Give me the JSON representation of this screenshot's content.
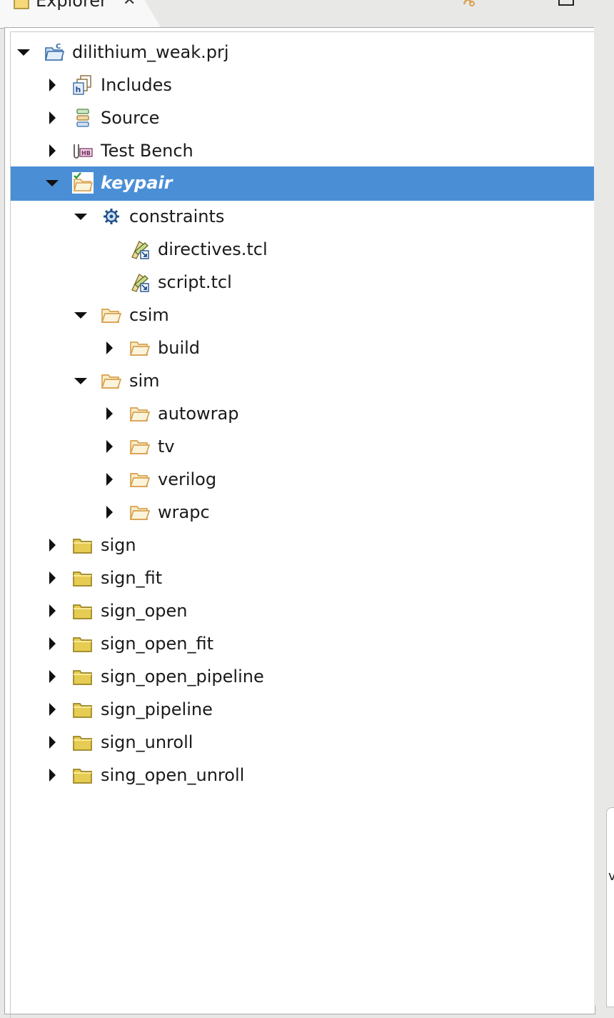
{
  "view": {
    "tab_title": "Explorer",
    "tab_close": "✕",
    "right_edge_text": "v"
  },
  "colors": {
    "selection": "#4a8fd6",
    "folder_fill": "#f5ebb8",
    "folder_stroke": "#d8a04e",
    "closed_folder_fill": "#e6cc52",
    "closed_folder_stroke": "#9b8424"
  },
  "tree": [
    {
      "label": "dilithium_weak.prj",
      "depth": 0,
      "toggle": "expanded",
      "icon": "project-folder-icon"
    },
    {
      "label": "Includes",
      "depth": 1,
      "toggle": "collapsed",
      "icon": "includes-icon"
    },
    {
      "label": "Source",
      "depth": 1,
      "toggle": "collapsed",
      "icon": "source-icon"
    },
    {
      "label": "Test Bench",
      "depth": 1,
      "toggle": "collapsed",
      "icon": "test-bench-icon"
    },
    {
      "label": "keypair",
      "depth": 1,
      "toggle": "expanded",
      "icon": "solution-folder-icon",
      "selected": true
    },
    {
      "label": "constraints",
      "depth": 2,
      "toggle": "expanded",
      "icon": "gear-icon"
    },
    {
      "label": "directives.tcl",
      "depth": 3,
      "toggle": "none",
      "icon": "tcl-file-icon"
    },
    {
      "label": "script.tcl",
      "depth": 3,
      "toggle": "none",
      "icon": "tcl-file-icon"
    },
    {
      "label": "csim",
      "depth": 2,
      "toggle": "expanded",
      "icon": "open-folder-icon"
    },
    {
      "label": "build",
      "depth": 3,
      "toggle": "collapsed",
      "icon": "open-folder-icon"
    },
    {
      "label": "sim",
      "depth": 2,
      "toggle": "expanded",
      "icon": "open-folder-icon"
    },
    {
      "label": "autowrap",
      "depth": 3,
      "toggle": "collapsed",
      "icon": "open-folder-icon"
    },
    {
      "label": "tv",
      "depth": 3,
      "toggle": "collapsed",
      "icon": "open-folder-icon"
    },
    {
      "label": "verilog",
      "depth": 3,
      "toggle": "collapsed",
      "icon": "open-folder-icon"
    },
    {
      "label": "wrapc",
      "depth": 3,
      "toggle": "collapsed",
      "icon": "open-folder-icon"
    },
    {
      "label": "sign",
      "depth": 1,
      "toggle": "collapsed",
      "icon": "closed-folder-icon"
    },
    {
      "label": "sign_fit",
      "depth": 1,
      "toggle": "collapsed",
      "icon": "closed-folder-icon"
    },
    {
      "label": "sign_open",
      "depth": 1,
      "toggle": "collapsed",
      "icon": "closed-folder-icon"
    },
    {
      "label": "sign_open_fit",
      "depth": 1,
      "toggle": "collapsed",
      "icon": "closed-folder-icon"
    },
    {
      "label": "sign_open_pipeline",
      "depth": 1,
      "toggle": "collapsed",
      "icon": "closed-folder-icon"
    },
    {
      "label": "sign_pipeline",
      "depth": 1,
      "toggle": "collapsed",
      "icon": "closed-folder-icon"
    },
    {
      "label": "sign_unroll",
      "depth": 1,
      "toggle": "collapsed",
      "icon": "closed-folder-icon"
    },
    {
      "label": "sing_open_unroll",
      "depth": 1,
      "toggle": "collapsed",
      "icon": "closed-folder-icon"
    }
  ]
}
